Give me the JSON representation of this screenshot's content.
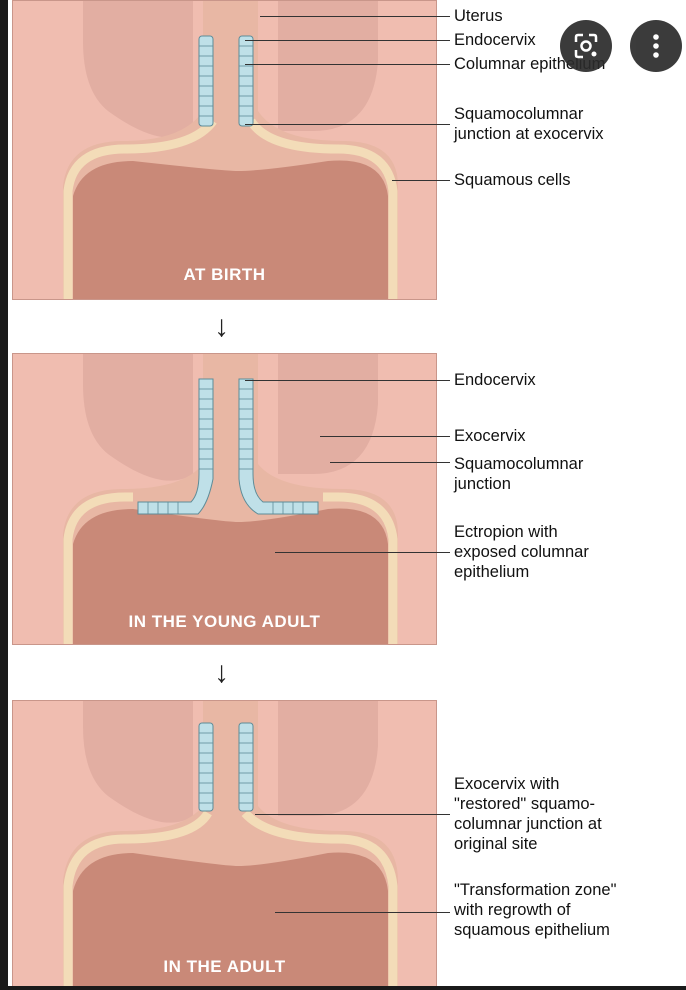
{
  "panels": [
    {
      "caption": "AT BIRTH",
      "labels": [
        {
          "text": "Uterus"
        },
        {
          "text": "Endocervix"
        },
        {
          "text": "Columnar epithelium"
        },
        {
          "text": "Squamocolumnar\njunction at exocervix"
        },
        {
          "text": "Squamous cells"
        }
      ]
    },
    {
      "caption": "IN THE YOUNG ADULT",
      "labels": [
        {
          "text": "Endocervix"
        },
        {
          "text": "Exocervix"
        },
        {
          "text": "Squamocolumnar\njunction"
        },
        {
          "text": "Ectropion with\nexposed columnar\nepithelium"
        }
      ]
    },
    {
      "caption": "IN THE ADULT",
      "labels": [
        {
          "text": "Exocervix with\n\"restored\" squamo-\ncolumnar junction at\noriginal site"
        },
        {
          "text": "\"Transformation zone\"\nwith regrowth of\nsquamous epithelium"
        }
      ]
    }
  ],
  "arrow_glyph": "↓",
  "overlay_icons": [
    "lens-search-icon",
    "more-vertical-icon"
  ],
  "colors": {
    "background": "#f0bdb0",
    "tissue": "#c98978",
    "canal": "#e8b09f",
    "columnar_cells": "#bfe0e8",
    "squamous_band": "#f3dcb8"
  }
}
